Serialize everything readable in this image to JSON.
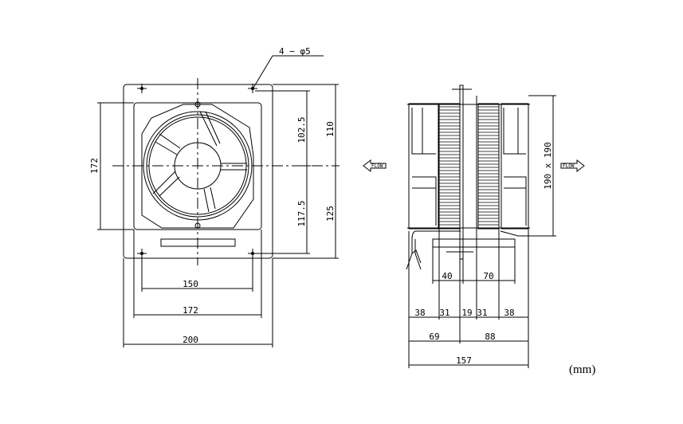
{
  "front_view": {
    "hole_callout": "4 − φ5",
    "dim_height_frame": "172",
    "dim_upper": "102.5",
    "dim_lower": "117.5",
    "dim_plate_upper": "110",
    "dim_plate_lower": "125",
    "dim_hole_pitch": "150",
    "dim_frame_width": "172",
    "dim_plate_width": "200"
  },
  "side_view": {
    "dim_size": "190 x 190",
    "flow_left": "FLOW",
    "flow_right": "FLOW",
    "dim_box_left": "40",
    "dim_box_right": "70",
    "dim_segments": [
      "38",
      "31",
      "19",
      "31",
      "38"
    ],
    "dim_left_total": "69",
    "dim_right_total": "88",
    "dim_total": "157"
  },
  "unit": "(mm)"
}
